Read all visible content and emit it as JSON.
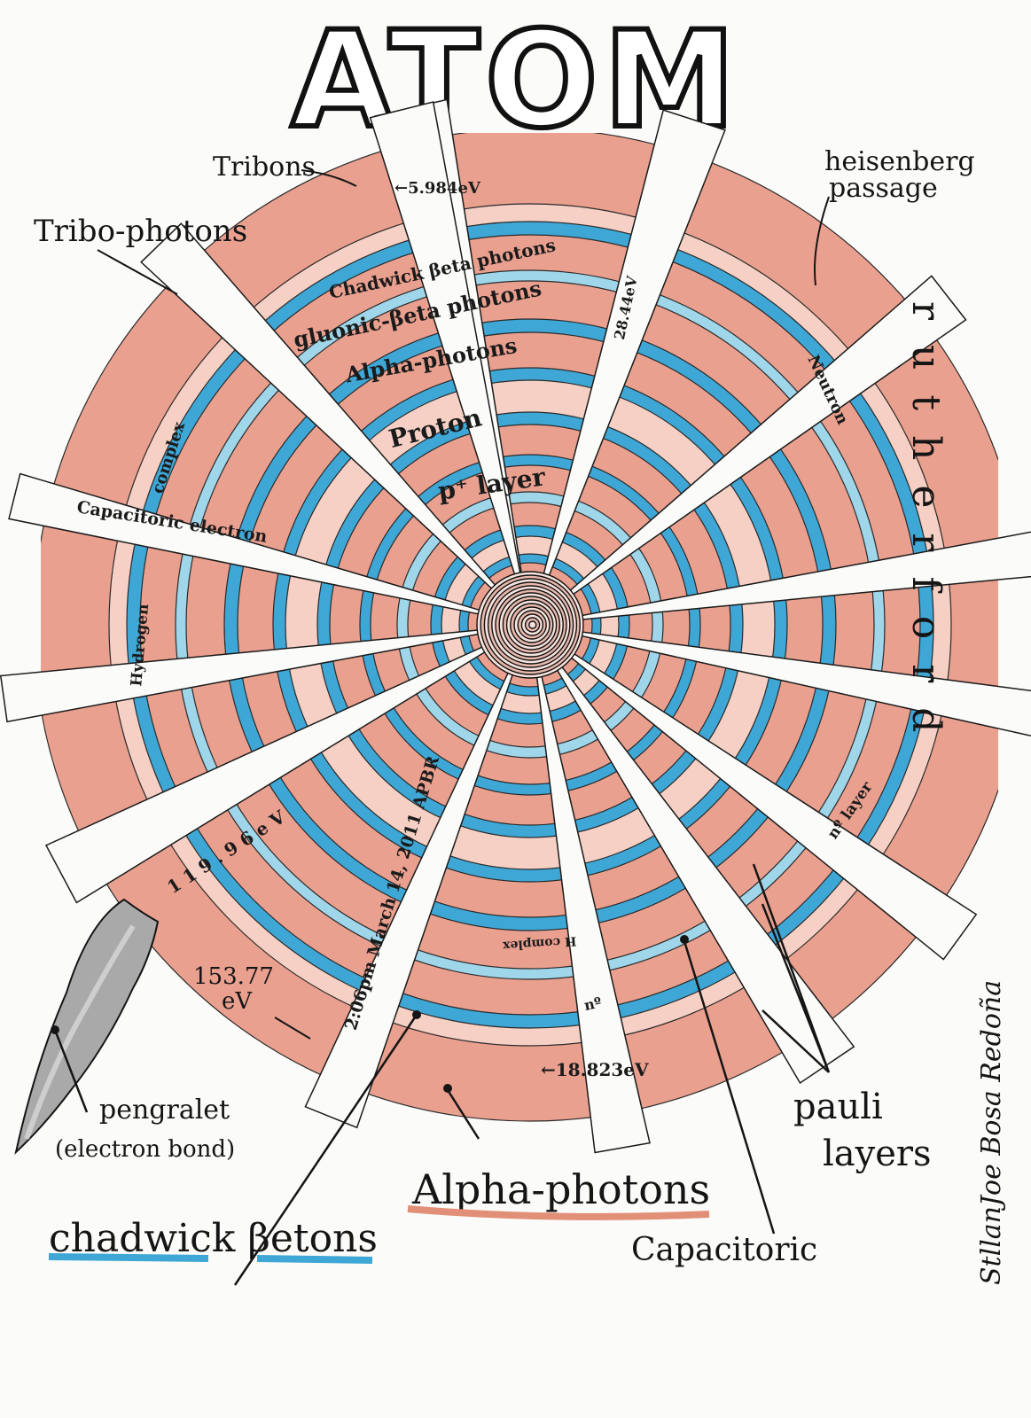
{
  "title": "ATOM",
  "colors": {
    "salmon": "#eaa08f",
    "salmon_light": "#f6d0c4",
    "blue": "#3ea7d6",
    "blue_light": "#9fd6ea",
    "ink": "#151515",
    "paper": "#fbfbf9",
    "lead": "#8a8a8a"
  },
  "labels": {
    "tribons": "Tribons",
    "tribo_photons": "Tribo-photons",
    "heisenberg_1": "heisenberg",
    "heisenberg_2": "passage",
    "rutherford": "rutherford",
    "pauli_1": "pauli",
    "pauli_2": "layers",
    "capacitoric": "Capacitoric",
    "alpha_photons": "Alpha-photons",
    "chadwick_betons": "chadwick βetons",
    "pengralet": "pengralet",
    "electron_bond": "(electron bond)",
    "ev_153_a": "153.77",
    "ev_153_b": "eV",
    "signature": "StllanJoe Bosa Redoña"
  },
  "ring_labels": {
    "chadwick_beta": "Chadwick βeta photons",
    "gluonic_beta": "gluonic-βeta photons",
    "alpha": "Alpha-photons",
    "proton": "Proton",
    "p_layer": "p⁺ layer",
    "neutron": "Neutron",
    "complex": "complex",
    "capacitoric_electron": "Capacitoric electron",
    "hydrogen": "Hydrogen",
    "no_layer": "nº layer",
    "h_complex": "H complex",
    "no": "nº"
  },
  "slot_labels": {
    "ev_5984": "←5.984eV",
    "ev_2844": "28.44eV",
    "ev_11996": "1 1 9 . 9 6  e V",
    "date": "2:06pm March 14, 2011 APBR",
    "ev_18823": "←18.823eV"
  }
}
